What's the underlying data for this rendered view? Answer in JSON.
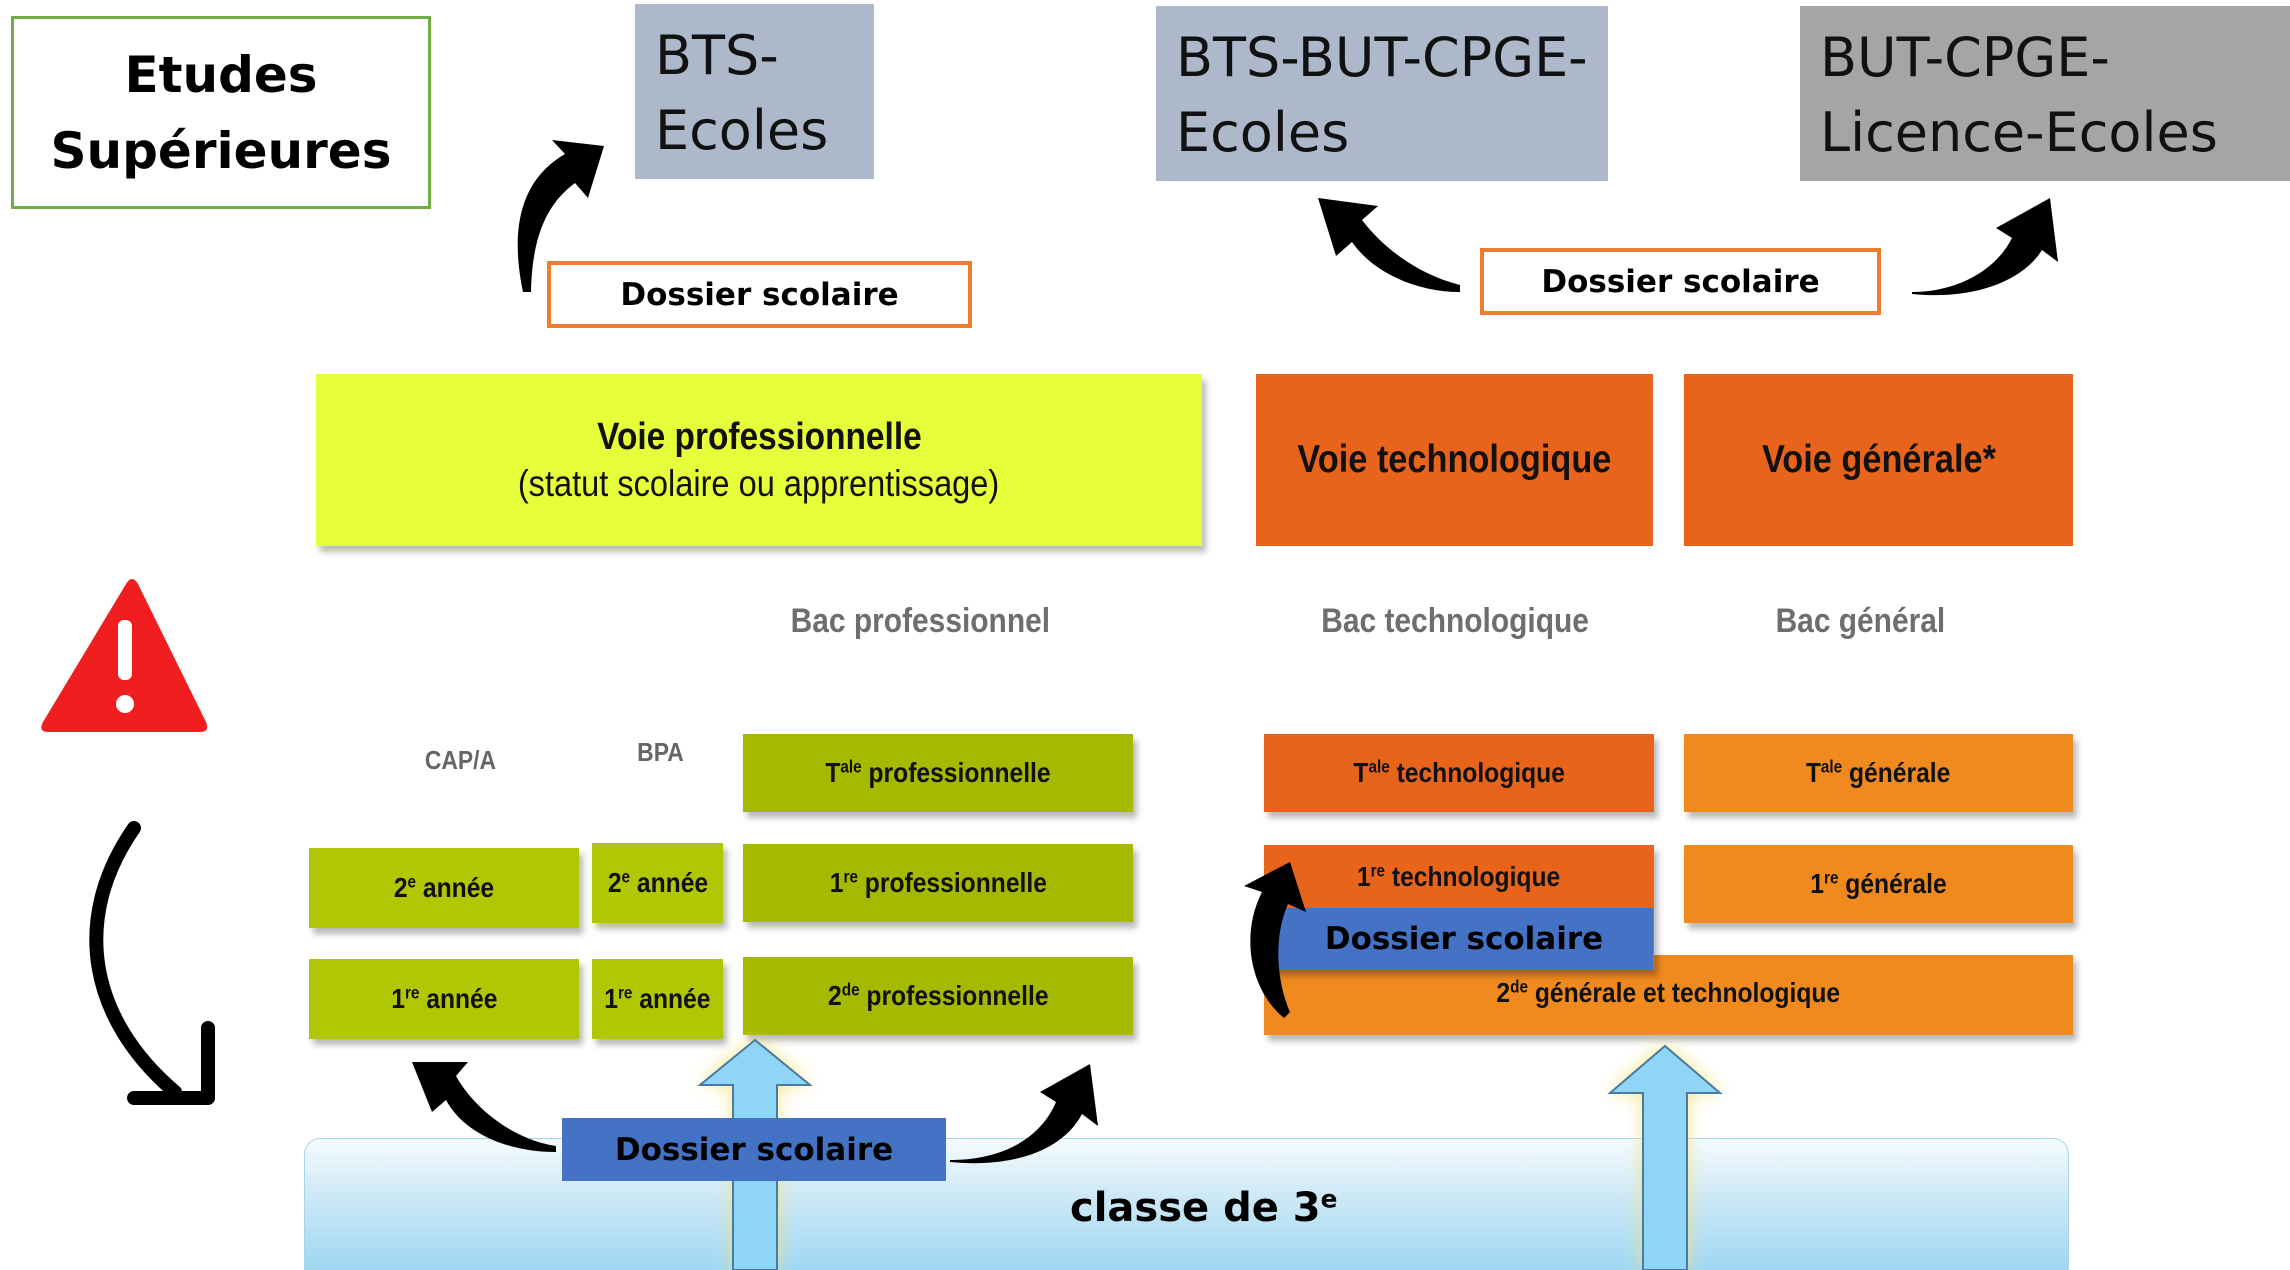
{
  "title": {
    "line1": "Etudes",
    "line2": "Supérieures"
  },
  "outcomes": {
    "pro": {
      "line1": "BTS-",
      "line2": "Ecoles"
    },
    "techno": {
      "line1": "BTS-BUT-CPGE-",
      "line2": "Ecoles"
    },
    "general": {
      "line1": "BUT-CPGE-",
      "line2": "Licence-Ecoles"
    }
  },
  "dossier_label": "Dossier scolaire",
  "voies": {
    "pro": {
      "title": "Voie professionnelle",
      "subtitle": "(statut scolaire ou apprentissage)"
    },
    "techno": {
      "title": "Voie technologique"
    },
    "general": {
      "title": "Voie générale*"
    }
  },
  "bacs": {
    "pro": "Bac professionnel",
    "techno": "Bac technologique",
    "general": "Bac général"
  },
  "headers": {
    "cap": "CAP/A",
    "bpa": "BPA"
  },
  "classes": {
    "cap2": {
      "sup": "e",
      "text": " année",
      "prefix": "2"
    },
    "cap1": {
      "sup": "re",
      "text": " année",
      "prefix": "1"
    },
    "bpa2": {
      "sup": "e",
      "text": " année",
      "prefix": "2"
    },
    "bpa1": {
      "sup": "re",
      "text": " année",
      "prefix": "1"
    },
    "tale_pro": {
      "prefix": "T",
      "sup": "ale",
      "text": " professionnelle"
    },
    "first_pro": {
      "prefix": "1",
      "sup": "re",
      "text": " professionnelle"
    },
    "second_pro": {
      "prefix": "2",
      "sup": "de",
      "text": " professionnelle"
    },
    "tale_techno": {
      "prefix": "T",
      "sup": "ale",
      "text": " technologique"
    },
    "first_techno": {
      "prefix": "1",
      "sup": "re",
      "text": " technologique"
    },
    "tale_gen": {
      "prefix": "T",
      "sup": "ale",
      "text": " générale"
    },
    "first_gen": {
      "prefix": "1",
      "sup": "re",
      "text": " générale"
    },
    "second_gt": {
      "prefix": "2",
      "sup": "de",
      "text": " générale et technologique"
    }
  },
  "classe3": {
    "text": "classe de 3",
    "sup": "e"
  },
  "colors": {
    "voie_pro": "#e6ff3a",
    "pro_green": "#a5b900",
    "cap_green": "#b1c703",
    "voie_orange": "#e8641c",
    "tale_techno": "#e9641b",
    "general_orange": "#f08a1e",
    "dossier_blue": "#4472c4",
    "outcome_blue": "#adb9ca",
    "outcome_grey": "#a5a5a5",
    "dossier_border": "#ed7d31",
    "title_border": "#70ad47",
    "warning_red": "#f01e1e"
  },
  "icons": [
    "warning-icon",
    "curved-arrow-icon",
    "up-arrow-icon"
  ]
}
